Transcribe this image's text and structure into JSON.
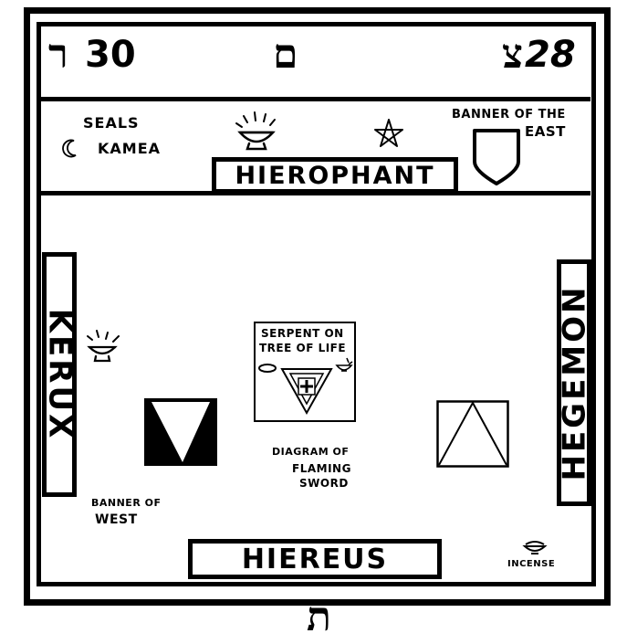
{
  "top_band": {
    "left_number": "30",
    "left_letter": "ר",
    "center_letter": "ם",
    "right_letter": "צ",
    "right_number": "28"
  },
  "east": {
    "seals_label": "SEALS",
    "kamea_label": "KAMEA",
    "banner_label_line1": "BANNER OF THE",
    "banner_label_line2": "EAST",
    "station": "HIEROPHANT"
  },
  "hall": {
    "kerux": "KERUX",
    "hegemon": "HEGEMON",
    "hiereus": "HIEREUS",
    "altar_line1": "SERPENT ON",
    "altar_line2": "TREE OF LIFE",
    "sword_line1": "DIAGRAM OF",
    "sword_line2": "FLAMING",
    "sword_line3": "SWORD",
    "banner_west_line1": "BANNER OF",
    "banner_west_line2": "WEST",
    "incense": "INCENSE"
  },
  "bottom_letter": "ת"
}
